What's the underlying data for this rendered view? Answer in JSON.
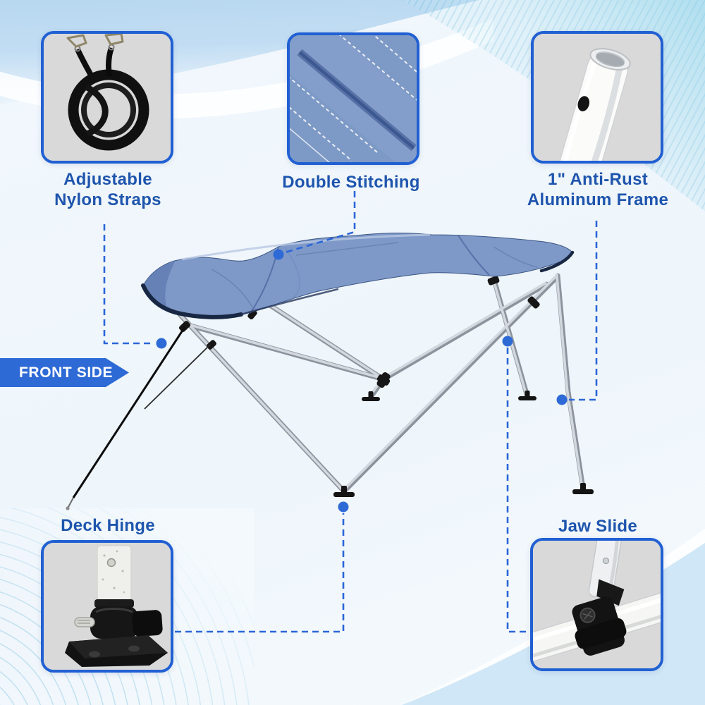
{
  "badge": {
    "label": "FRONT SIDE"
  },
  "callouts": {
    "straps": {
      "label": "Adjustable\nNylon Straps"
    },
    "stitching": {
      "label": "Double Stitching"
    },
    "frame": {
      "label": "1\" Anti-Rust\nAluminum Frame"
    },
    "deck_hinge": {
      "label": "Deck Hinge"
    },
    "jaw_slide": {
      "label": "Jaw Slide"
    }
  },
  "colors": {
    "heading_text": "#1e55ad",
    "box_border": "#2160d3",
    "box_background": "#d9d9d9",
    "badge_background": "#2e6ad6",
    "badge_text": "#ffffff",
    "connector_dashed": "#2b66d9",
    "connector_dot": "#2e6ad6",
    "canopy_fabric": "#7e99c8",
    "canopy_trim": "#182743",
    "aluminum_pole": "#c3c8cf",
    "fitting_black": "#161616",
    "top_left_wave": "#b7d8f0",
    "corner_stripes": "#8ed2e8",
    "bottom_right_band": "#cfe7f7"
  }
}
